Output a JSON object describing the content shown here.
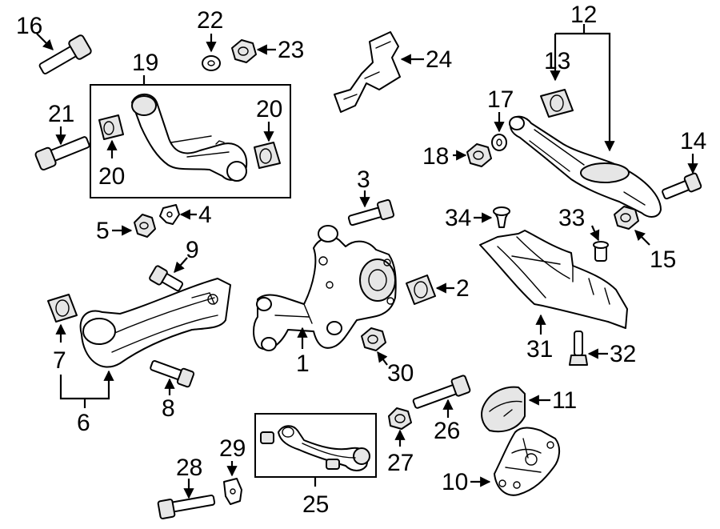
{
  "callouts": {
    "c1": "1",
    "c2": "2",
    "c3": "3",
    "c4": "4",
    "c5": "5",
    "c6": "6",
    "c7": "7",
    "c8": "8",
    "c9": "9",
    "c10": "10",
    "c11": "11",
    "c12": "12",
    "c13": "13",
    "c14": "14",
    "c15": "15",
    "c16": "16",
    "c17": "17",
    "c18": "18",
    "c19": "19",
    "c20a": "20",
    "c20b": "20",
    "c21": "21",
    "c22": "22",
    "c23": "23",
    "c24": "24",
    "c25": "25",
    "c26": "26",
    "c27": "27",
    "c28": "28",
    "c29": "29",
    "c30": "30",
    "c31": "31",
    "c32": "32",
    "c33": "33",
    "c34": "34"
  },
  "colors": {
    "line": "#000000",
    "background": "#ffffff",
    "fill": "#e6e6e6"
  }
}
